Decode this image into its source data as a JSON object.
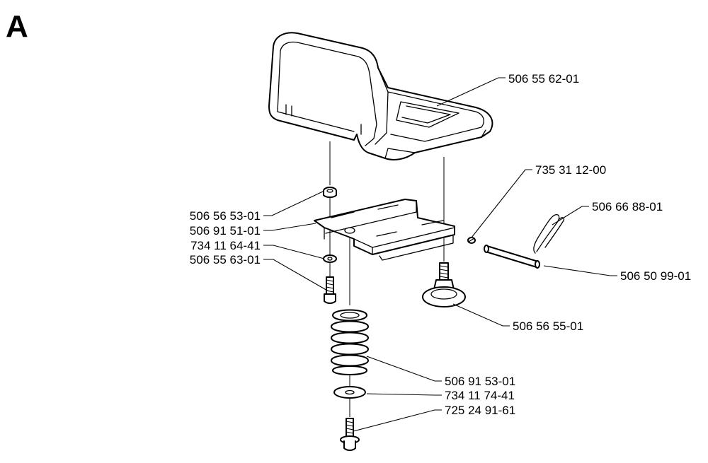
{
  "diagram": {
    "section_letter": "A",
    "parts": [
      {
        "id": "seat",
        "number": "506 55 62-01"
      },
      {
        "id": "spring-clip",
        "number": "735 31 12-00"
      },
      {
        "id": "hairpin",
        "number": "506 66 88-01"
      },
      {
        "id": "top-washer",
        "number": "506 56 53-01"
      },
      {
        "id": "bracket",
        "number": "506 91 51-01"
      },
      {
        "id": "small-washer",
        "number": "734 11 64-41"
      },
      {
        "id": "bolt",
        "number": "506 55 63-01"
      },
      {
        "id": "pin",
        "number": "506 50 99-01"
      },
      {
        "id": "knob",
        "number": "506 56 55-01"
      },
      {
        "id": "spring",
        "number": "506 91 53-01"
      },
      {
        "id": "flat-washer",
        "number": "734 11 74-41"
      },
      {
        "id": "flange-bolt",
        "number": "725 24 91-61"
      }
    ]
  }
}
